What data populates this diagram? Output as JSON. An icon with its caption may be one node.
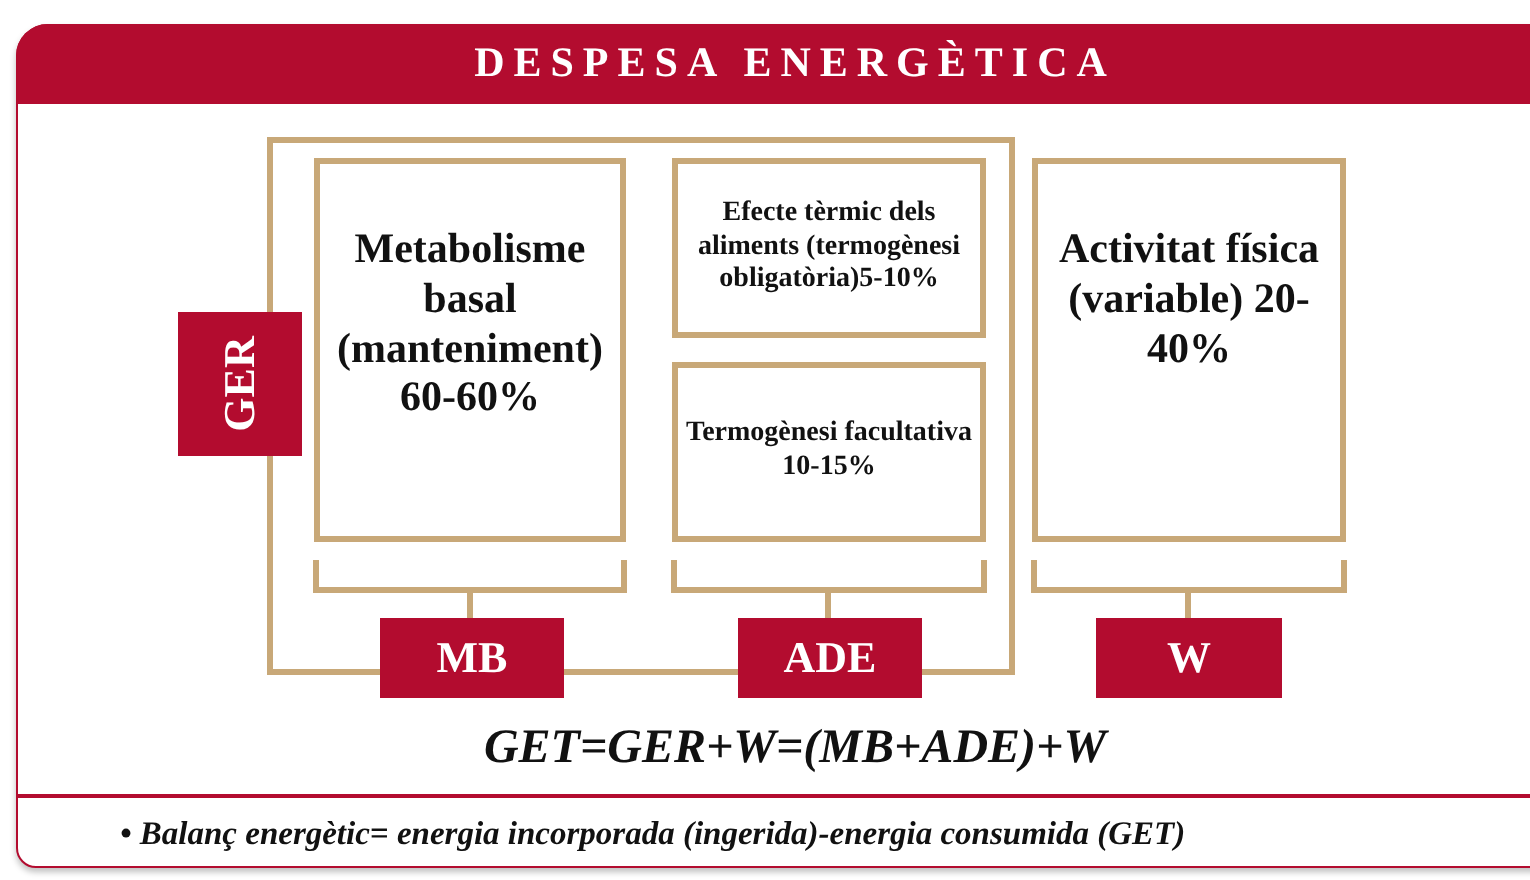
{
  "diagram": {
    "title": "DESPESA ENERGÈTICA",
    "nodes": [
      {
        "text": [
          "Metabolisme basal (manteniment) 60-60%"
        ]
      },
      {
        "text": [
          "Efecte tèrmic dels aliments (termogènesi obligatòria)5-10%"
        ]
      },
      {
        "text": [
          "Termogènesi facultativa 10-15%"
        ]
      },
      {
        "text": [
          "Activitat física (variable) 20-40%"
        ]
      },
      {
        "text": [
          "GER"
        ]
      },
      {
        "text": [
          "MB"
        ]
      },
      {
        "text": [
          "ADE"
        ]
      },
      {
        "text": [
          "W"
        ]
      }
    ],
    "labels": [
      "GET=GER+W=(MB+ADE)+W",
      "• Balanç energètic= energia incorporada (ingerida)-energia consumida (GET)"
    ]
  }
}
